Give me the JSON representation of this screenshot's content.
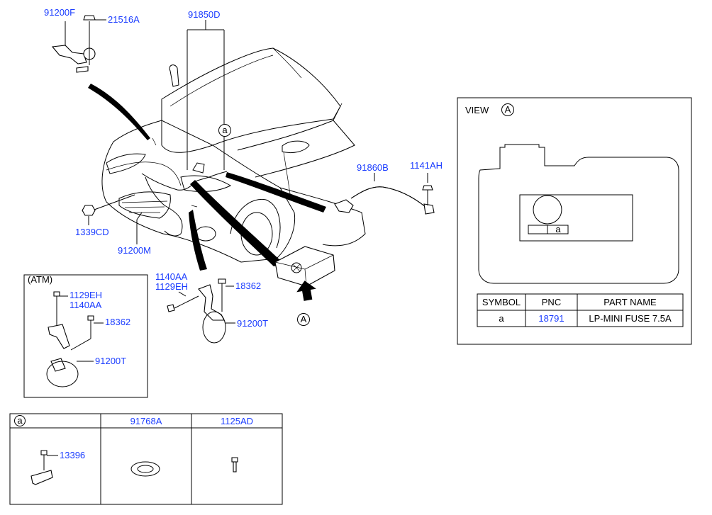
{
  "callouts": {
    "c_91200F": "91200F",
    "c_21516A": "21516A",
    "c_91850D": "91850D",
    "c_1339CD": "1339CD",
    "c_91200M": "91200M",
    "c_91860B": "91860B",
    "c_1141AH": "1141AH",
    "c_1140AA_main": "1140AA",
    "c_1129EH_main": "1129EH",
    "c_18362_main": "18362",
    "c_91200T_main": "91200T",
    "c_marker_a": "a",
    "c_arrow_A": "A"
  },
  "atm_box": {
    "title": "(ATM)",
    "c_1129EH": "1129EH",
    "c_1140AA": "1140AA",
    "c_18362": "18362",
    "c_91200T": "91200T"
  },
  "bottom_table": {
    "symbol_a": "a",
    "col2_header": "91768A",
    "col3_header": "1125AD",
    "c_13396": "13396"
  },
  "view_panel": {
    "title": "VIEW",
    "title_circle": "A",
    "fuse_label": "a",
    "table": {
      "headers": [
        "SYMBOL",
        "PNC",
        "PART NAME"
      ],
      "row": {
        "symbol": "a",
        "pnc": "18791",
        "part_name": "LP-MINI FUSE 7.5A"
      }
    }
  },
  "colors": {
    "callout_blue": "#1a3cff",
    "line": "#000000"
  }
}
